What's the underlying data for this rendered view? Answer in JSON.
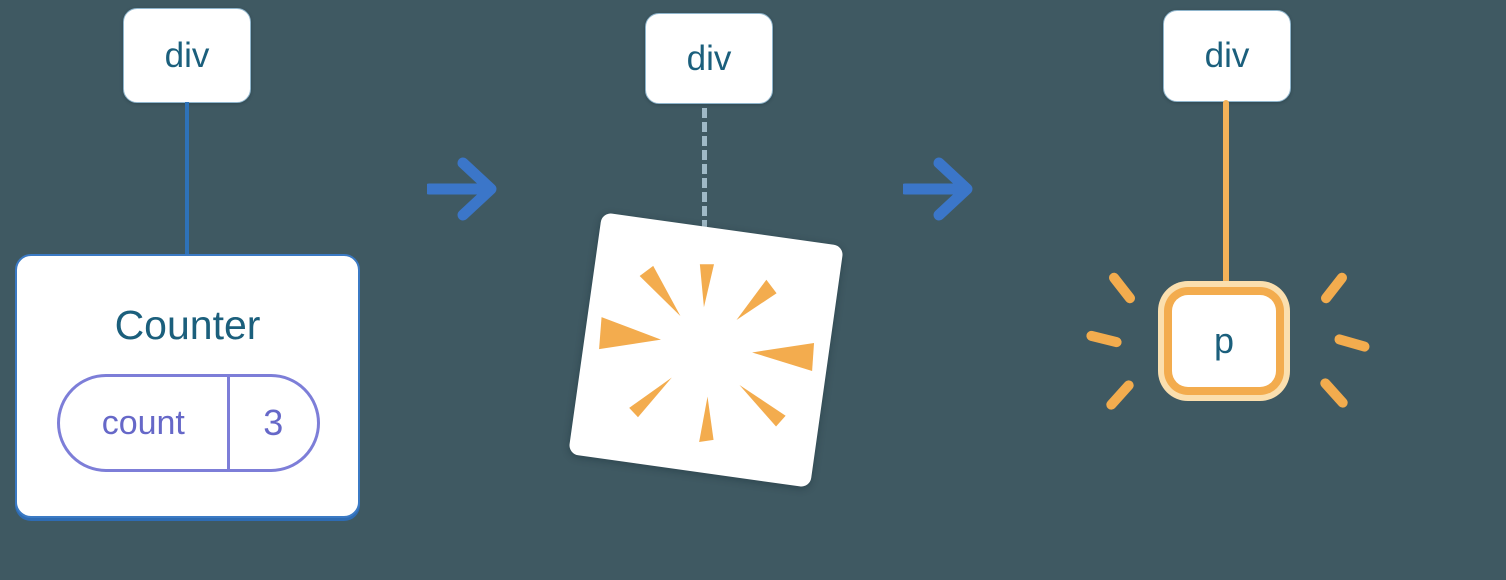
{
  "diagram": "react-render-tree-state-reset",
  "colors": {
    "background": "#3F5962",
    "box_background": "#FFFFFF",
    "tag_text": "#1B5F7C",
    "tree_edge_blue": "#2E72B8",
    "card_border_blue": "#3B7AC4",
    "arrow_blue": "#3B76C9",
    "dashed_edge_gray": "#9FB9C6",
    "state_purple": "#7D7ED8",
    "state_text_purple": "#6668C8",
    "highlight_amber": "#F3AC4E",
    "highlight_amber_halo": "#FBDFAE"
  },
  "icons": {
    "transition_arrow": "arrow-right",
    "deletion_burst": "poof-burst",
    "highlight_sparkles": "sparkle-dashes"
  },
  "steps": {
    "before": {
      "parent_tag": "div",
      "component_name": "Counter",
      "state_key": "count",
      "state_value": "3"
    },
    "during": {
      "parent_tag": "div"
    },
    "after": {
      "parent_tag": "div",
      "child_tag": "p"
    }
  }
}
